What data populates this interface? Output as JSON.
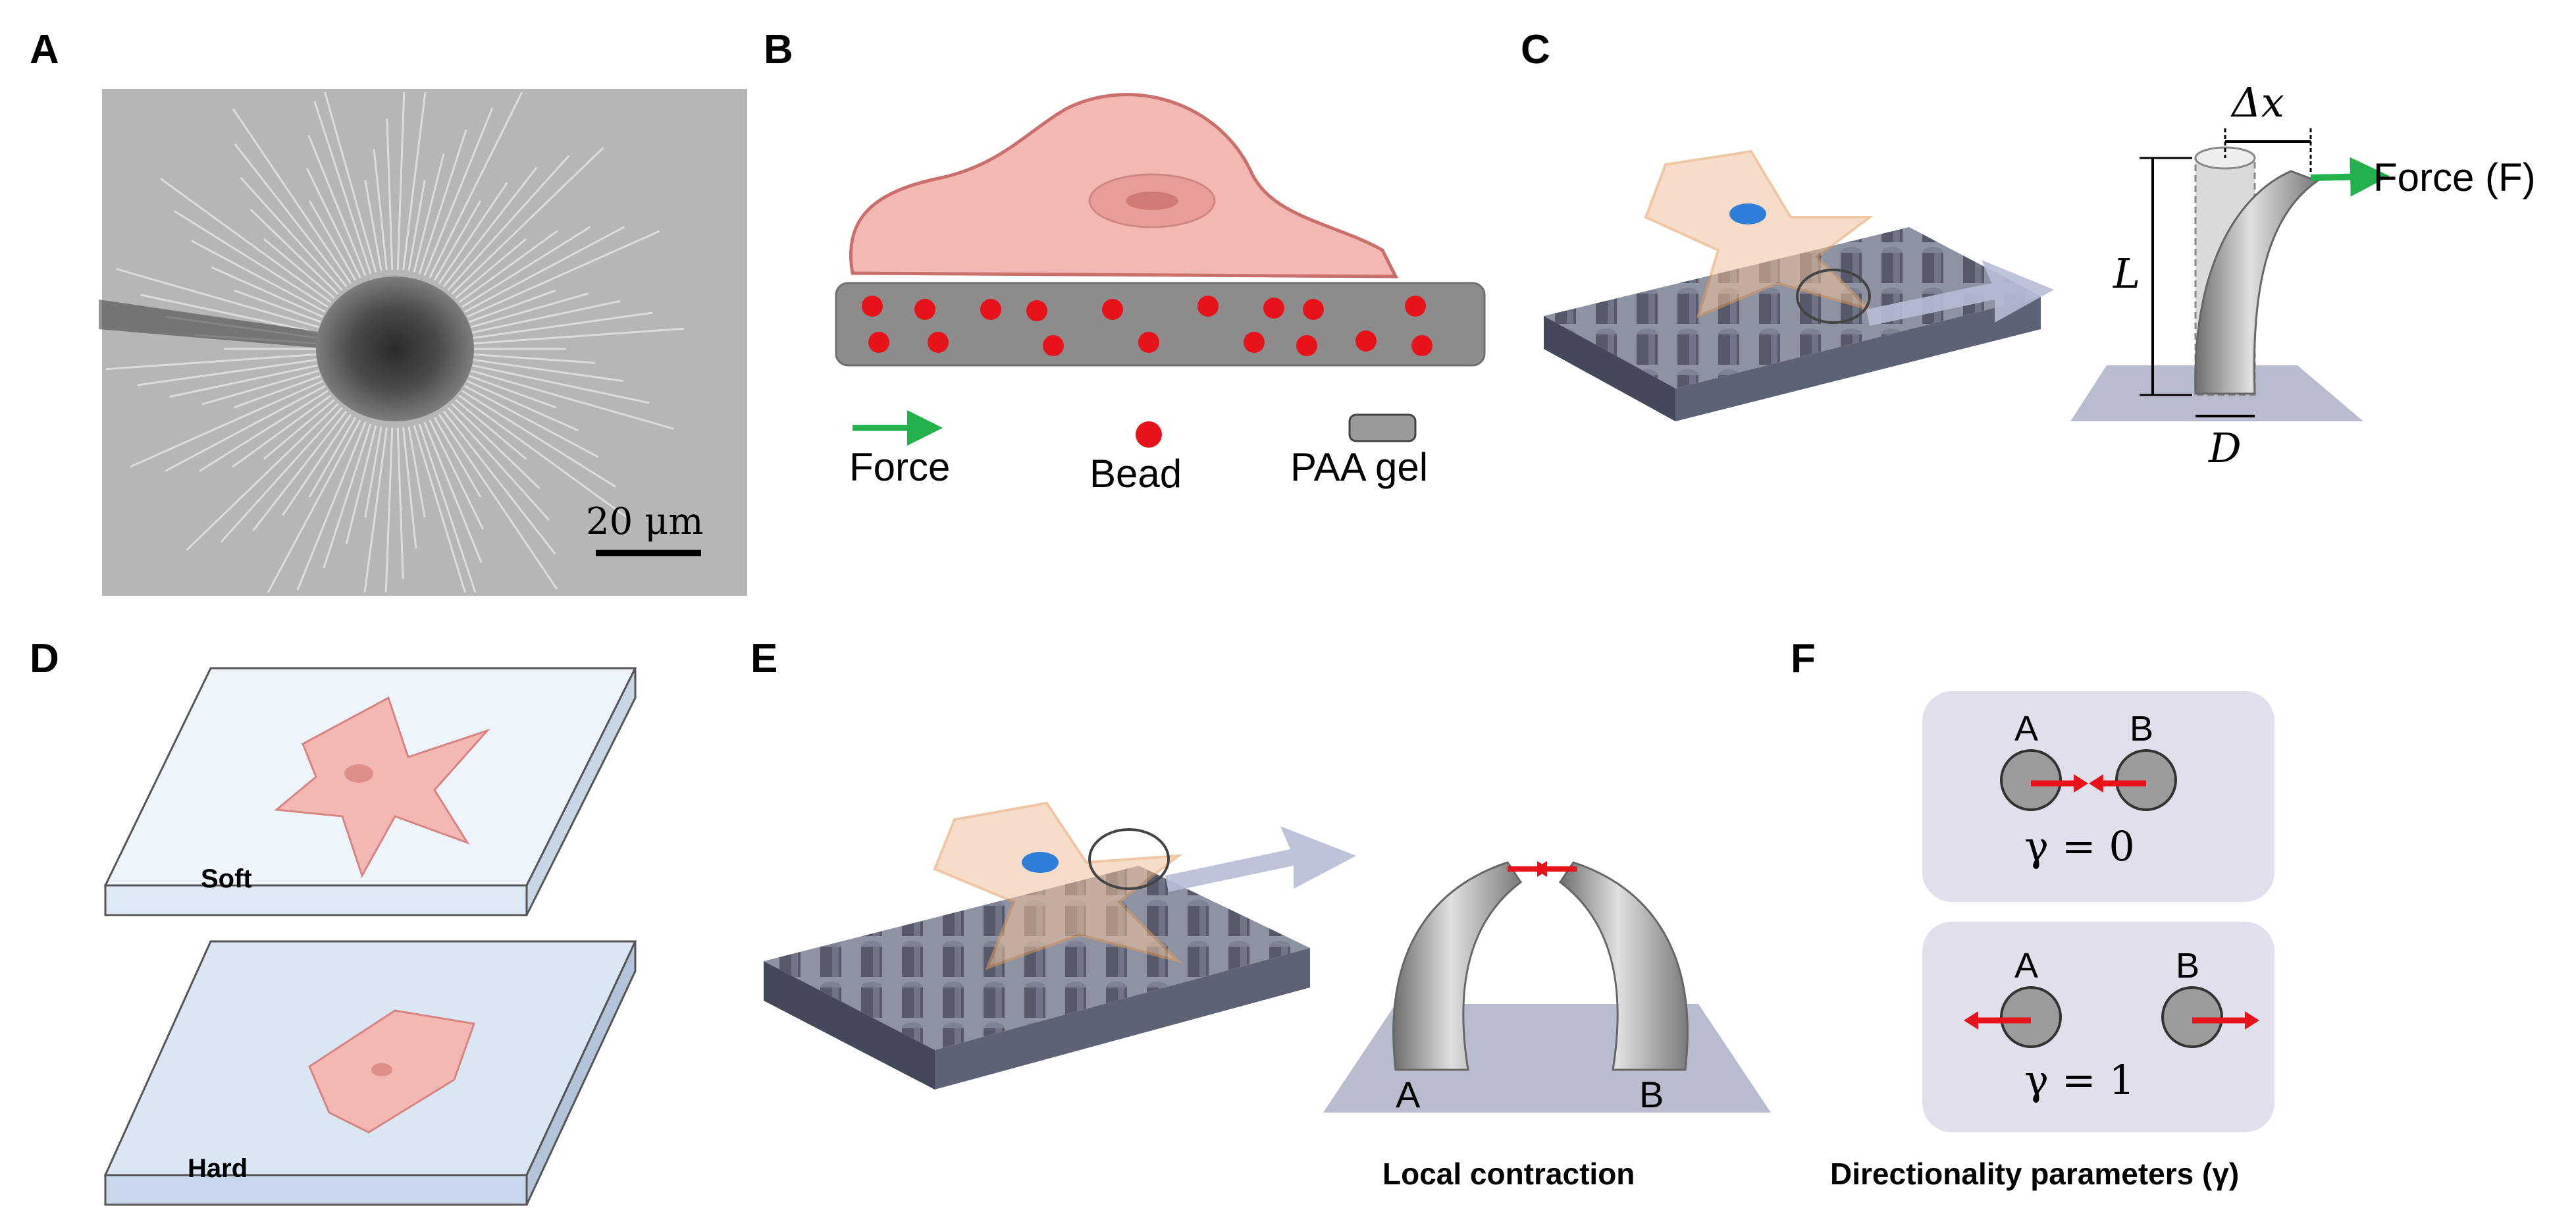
{
  "panels": {
    "A": {
      "label": "A",
      "scale_bar": "20 μm"
    },
    "B": {
      "label": "B",
      "legend": {
        "force": "Force",
        "bead": "Bead",
        "gel": "PAA gel"
      }
    },
    "C": {
      "label": "C",
      "delta_x": "Δx",
      "force": "Force (F)",
      "length": "L",
      "diameter": "D"
    },
    "D": {
      "label": "D",
      "soft": "Soft",
      "hard": "Hard"
    },
    "E": {
      "label": "E",
      "post_a": "A",
      "post_b": "B",
      "caption": "Local contraction"
    },
    "F": {
      "label": "F",
      "top": {
        "a": "A",
        "b": "B",
        "gamma": "γ = 0"
      },
      "bottom": {
        "a": "A",
        "b": "B",
        "gamma": "γ = 1"
      },
      "caption": "Directionality parameters (γ)"
    }
  },
  "colors": {
    "cell": "#f4b8b4",
    "cell_edge": "#c9706c",
    "gel": "#8c8c8c",
    "bead": "#e8121b",
    "force_arrow": "#22b14c",
    "pillar": "#5a5f6e",
    "substrate": "#b9bccf",
    "f_box": "#dfe0ec"
  }
}
